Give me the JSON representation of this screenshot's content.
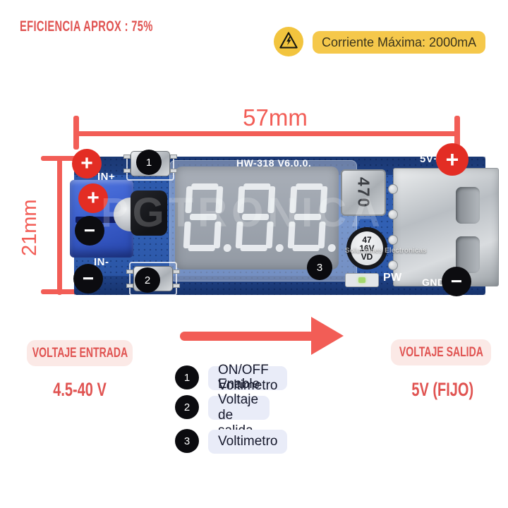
{
  "colors": {
    "accent_red": "#e05351",
    "line_red": "#f25d56",
    "marker_red": "#e32d24",
    "yellow": "#f5c84b",
    "yellow_deep": "#f2c43e",
    "pill_text": "#3a341c",
    "badge_bg": "#fbe9e6",
    "legend_pill": "#e9ecf8",
    "legend_text": "#15182b"
  },
  "header": {
    "efficiency": "EFICIENCIA APROX : 75%",
    "max_current": "Corriente Máxima: 2000mA"
  },
  "dimensions": {
    "width": "57mm",
    "height": "21mm"
  },
  "board": {
    "title": "HW-318 V6.0.0.",
    "silk_in_plus": "IN+",
    "silk_in_minus": "IN-",
    "silk_5v": "5V+",
    "silk_gnd": "GND",
    "silk_pw": "PW",
    "inductor": "470",
    "capacitor": [
      "47",
      "16V",
      "VD"
    ],
    "display": {
      "digits": [
        "8.",
        "8.",
        "8."
      ]
    },
    "plus": "+",
    "minus": "−",
    "callout_1": "1",
    "callout_2": "2",
    "callout_3": "3",
    "watermark_large": "PGTRONICA",
    "watermark_small": "Soluciones Electronicas"
  },
  "input": {
    "badge": "VOLTAJE ENTRADA",
    "value": "4.5-40 V"
  },
  "output": {
    "badge": "VOLTAJE SALIDA",
    "value": "5V (FIJO)"
  },
  "legend": [
    {
      "num": "1",
      "label": "ON/OFF Voltimetro"
    },
    {
      "num": "2",
      "label": "Enable Voltaje de salida"
    },
    {
      "num": "3",
      "label": "Voltimetro"
    }
  ]
}
